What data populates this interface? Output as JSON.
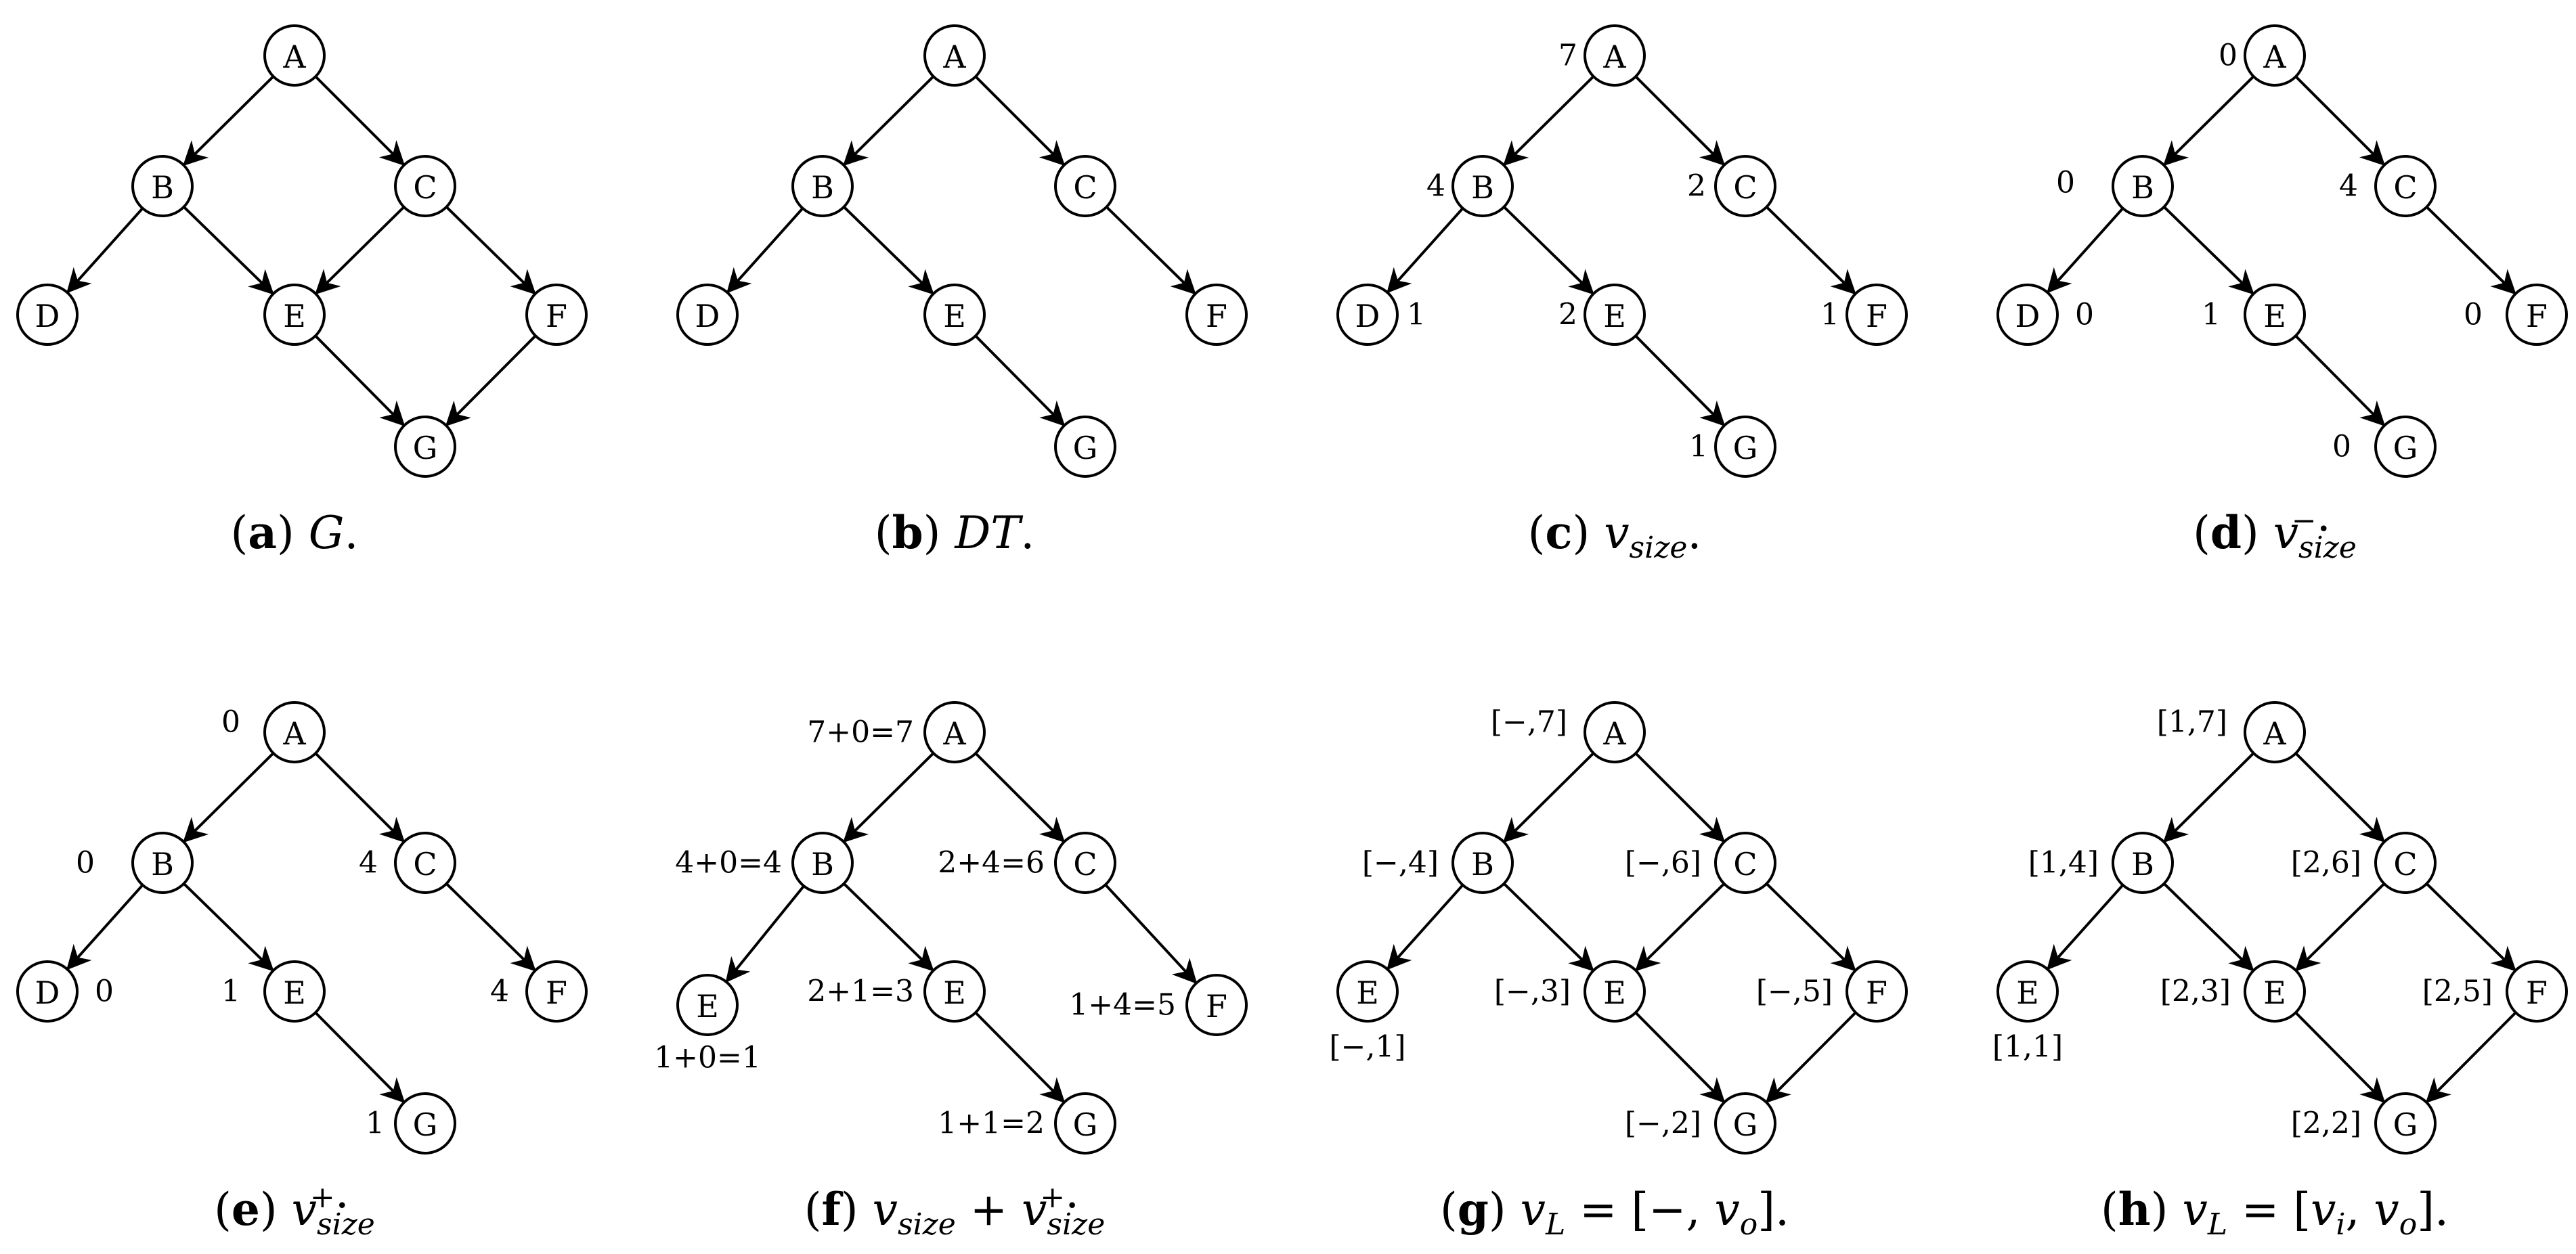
{
  "panels": [
    {
      "id": "a",
      "caption": {
        "tag": "a",
        "parts": [
          {
            "t": "G",
            "s": "math"
          },
          {
            "t": ".",
            "s": "plain"
          }
        ]
      },
      "nodes": [
        {
          "id": "A",
          "label": "A"
        },
        {
          "id": "B",
          "label": "B"
        },
        {
          "id": "C",
          "label": "C"
        },
        {
          "id": "D",
          "label": "D"
        },
        {
          "id": "E",
          "label": "E"
        },
        {
          "id": "F",
          "label": "F"
        },
        {
          "id": "G",
          "label": "G"
        }
      ],
      "edges": [
        [
          "A",
          "B"
        ],
        [
          "A",
          "C"
        ],
        [
          "B",
          "D"
        ],
        [
          "B",
          "E"
        ],
        [
          "C",
          "E"
        ],
        [
          "C",
          "F"
        ],
        [
          "E",
          "G"
        ],
        [
          "F",
          "G"
        ]
      ],
      "values": {}
    },
    {
      "id": "b",
      "caption": {
        "tag": "b",
        "parts": [
          {
            "t": "DT",
            "s": "math"
          },
          {
            "t": ".",
            "s": "plain"
          }
        ]
      },
      "nodes": [
        {
          "id": "A",
          "label": "A"
        },
        {
          "id": "B",
          "label": "B"
        },
        {
          "id": "C",
          "label": "C"
        },
        {
          "id": "D",
          "label": "D"
        },
        {
          "id": "E",
          "label": "E"
        },
        {
          "id": "F",
          "label": "F"
        },
        {
          "id": "G",
          "label": "G"
        }
      ],
      "edges": [
        [
          "A",
          "B"
        ],
        [
          "A",
          "C"
        ],
        [
          "B",
          "D"
        ],
        [
          "B",
          "E"
        ],
        [
          "C",
          "F"
        ],
        [
          "E",
          "G"
        ]
      ],
      "values": {}
    },
    {
      "id": "c",
      "caption": {
        "tag": "c",
        "parts": [
          {
            "t": "v",
            "s": "math"
          },
          {
            "t": "size",
            "s": "sub"
          },
          {
            "t": ".",
            "s": "plain"
          }
        ]
      },
      "nodes": [
        {
          "id": "A",
          "label": "A"
        },
        {
          "id": "B",
          "label": "B"
        },
        {
          "id": "C",
          "label": "C"
        },
        {
          "id": "D",
          "label": "D"
        },
        {
          "id": "E",
          "label": "E"
        },
        {
          "id": "F",
          "label": "F"
        },
        {
          "id": "G",
          "label": "G"
        }
      ],
      "edges": [
        [
          "A",
          "B"
        ],
        [
          "A",
          "C"
        ],
        [
          "B",
          "D"
        ],
        [
          "B",
          "E"
        ],
        [
          "C",
          "F"
        ],
        [
          "E",
          "G"
        ]
      ],
      "values": {
        "A": "7",
        "B": "4",
        "C": "2",
        "D": "1",
        "E": "2",
        "F": "1",
        "G": "1"
      }
    },
    {
      "id": "d",
      "caption": {
        "tag": "d",
        "parts": [
          {
            "t": "v",
            "s": "math"
          },
          {
            "t": "size",
            "s": "sub"
          },
          {
            "t": "−",
            "s": "sup"
          },
          {
            "t": ".",
            "s": "plain"
          }
        ]
      },
      "nodes": [
        {
          "id": "A",
          "label": "A"
        },
        {
          "id": "B",
          "label": "B"
        },
        {
          "id": "C",
          "label": "C"
        },
        {
          "id": "D",
          "label": "D"
        },
        {
          "id": "E",
          "label": "E"
        },
        {
          "id": "F",
          "label": "F"
        },
        {
          "id": "G",
          "label": "G"
        }
      ],
      "edges": [
        [
          "A",
          "B"
        ],
        [
          "A",
          "C"
        ],
        [
          "B",
          "D"
        ],
        [
          "B",
          "E"
        ],
        [
          "C",
          "F"
        ],
        [
          "E",
          "G"
        ]
      ],
      "values": {
        "A": "0",
        "B": "0",
        "C": "4",
        "D": "0",
        "E": "1",
        "F": "0",
        "G": "0"
      }
    },
    {
      "id": "e",
      "caption": {
        "tag": "e",
        "parts": [
          {
            "t": "v",
            "s": "math"
          },
          {
            "t": "size",
            "s": "sub"
          },
          {
            "t": "+",
            "s": "sup"
          },
          {
            "t": ".",
            "s": "plain"
          }
        ]
      },
      "nodes": [
        {
          "id": "A",
          "label": "A"
        },
        {
          "id": "B",
          "label": "B"
        },
        {
          "id": "C",
          "label": "C"
        },
        {
          "id": "D",
          "label": "D"
        },
        {
          "id": "E",
          "label": "E"
        },
        {
          "id": "F",
          "label": "F"
        },
        {
          "id": "G",
          "label": "G"
        }
      ],
      "edges": [
        [
          "A",
          "B"
        ],
        [
          "A",
          "C"
        ],
        [
          "B",
          "D"
        ],
        [
          "B",
          "E"
        ],
        [
          "C",
          "F"
        ],
        [
          "E",
          "G"
        ]
      ],
      "values": {
        "A": "0",
        "B": "0",
        "C": "4",
        "D": "0",
        "E": "1",
        "F": "4",
        "G": "1"
      }
    },
    {
      "id": "f",
      "caption": {
        "tag": "f",
        "parts": [
          {
            "t": "v",
            "s": "math"
          },
          {
            "t": "size",
            "s": "sub"
          },
          {
            "t": " + ",
            "s": "plain"
          },
          {
            "t": "v",
            "s": "math"
          },
          {
            "t": "size",
            "s": "sub"
          },
          {
            "t": "+",
            "s": "sup"
          },
          {
            "t": ".",
            "s": "plain"
          }
        ]
      },
      "nodes": [
        {
          "id": "A",
          "label": "A"
        },
        {
          "id": "B",
          "label": "B"
        },
        {
          "id": "C",
          "label": "C"
        },
        {
          "id": "D",
          "label": "E"
        },
        {
          "id": "E",
          "label": "E"
        },
        {
          "id": "F",
          "label": "F"
        },
        {
          "id": "G",
          "label": "G"
        }
      ],
      "edges": [
        [
          "A",
          "B"
        ],
        [
          "A",
          "C"
        ],
        [
          "B",
          "D"
        ],
        [
          "B",
          "E"
        ],
        [
          "C",
          "F"
        ],
        [
          "E",
          "G"
        ]
      ],
      "values": {
        "A": "7+0=7",
        "B": "4+0=4",
        "C": "2+4=6",
        "D": "1+0=1",
        "E": "2+1=3",
        "F": "1+4=5",
        "G": "1+1=2"
      }
    },
    {
      "id": "g",
      "caption": {
        "tag": "g",
        "parts": [
          {
            "t": "v",
            "s": "math"
          },
          {
            "t": "L",
            "s": "sub"
          },
          {
            "t": " = [−, ",
            "s": "plain"
          },
          {
            "t": "v",
            "s": "math"
          },
          {
            "t": "o",
            "s": "sub"
          },
          {
            "t": "].",
            "s": "plain"
          }
        ]
      },
      "nodes": [
        {
          "id": "A",
          "label": "A"
        },
        {
          "id": "B",
          "label": "B"
        },
        {
          "id": "C",
          "label": "C"
        },
        {
          "id": "D",
          "label": "E"
        },
        {
          "id": "E",
          "label": "E"
        },
        {
          "id": "F",
          "label": "F"
        },
        {
          "id": "G",
          "label": "G"
        }
      ],
      "edges": [
        [
          "A",
          "B"
        ],
        [
          "A",
          "C"
        ],
        [
          "B",
          "D"
        ],
        [
          "B",
          "E"
        ],
        [
          "C",
          "E"
        ],
        [
          "C",
          "F"
        ],
        [
          "E",
          "G"
        ],
        [
          "F",
          "G"
        ]
      ],
      "values": {
        "A": "[−,7]",
        "B": "[−,4]",
        "C": "[−,6]",
        "D": "[−,1]",
        "E": "[−,3]",
        "F": "[−,5]",
        "G": "[−,2]"
      }
    },
    {
      "id": "h",
      "caption": {
        "tag": "h",
        "parts": [
          {
            "t": "v",
            "s": "math"
          },
          {
            "t": "L",
            "s": "sub"
          },
          {
            "t": " = [",
            "s": "plain"
          },
          {
            "t": "v",
            "s": "math"
          },
          {
            "t": "i",
            "s": "sub"
          },
          {
            "t": ", ",
            "s": "plain"
          },
          {
            "t": "v",
            "s": "math"
          },
          {
            "t": "o",
            "s": "sub"
          },
          {
            "t": "].",
            "s": "plain"
          }
        ]
      },
      "nodes": [
        {
          "id": "A",
          "label": "A"
        },
        {
          "id": "B",
          "label": "B"
        },
        {
          "id": "C",
          "label": "C"
        },
        {
          "id": "D",
          "label": "E"
        },
        {
          "id": "E",
          "label": "E"
        },
        {
          "id": "F",
          "label": "F"
        },
        {
          "id": "G",
          "label": "G"
        }
      ],
      "edges": [
        [
          "A",
          "B"
        ],
        [
          "A",
          "C"
        ],
        [
          "B",
          "D"
        ],
        [
          "B",
          "E"
        ],
        [
          "C",
          "E"
        ],
        [
          "C",
          "F"
        ],
        [
          "E",
          "G"
        ],
        [
          "F",
          "G"
        ]
      ],
      "values": {
        "A": "[1,7]",
        "B": "[1,4]",
        "C": "[2,6]",
        "D": "[1,1]",
        "E": "[2,3]",
        "F": "[2,5]",
        "G": "[2,2]"
      }
    }
  ]
}
